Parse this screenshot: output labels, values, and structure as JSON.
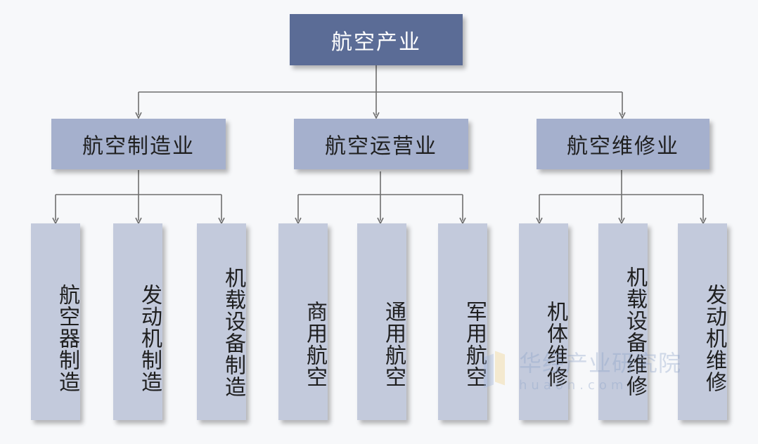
{
  "root": {
    "label": "航空产业"
  },
  "branches": [
    {
      "label": "航空制造业",
      "children": [
        "航空器制造",
        "发动机制造",
        "机载设备制造"
      ]
    },
    {
      "label": "航空运营业",
      "children": [
        "商用航空",
        "通用航空",
        "军用航空"
      ]
    },
    {
      "label": "航空维修业",
      "children": [
        "机体维修",
        "机载设备维修",
        "发动机维修"
      ]
    }
  ],
  "watermark": {
    "text": "华经产业研究院",
    "url": "huaon.com"
  },
  "colors": {
    "root": "#5b6c96",
    "branch": "#a5b0cd",
    "leaf": "#c3cadc",
    "line": "#6e6e6e"
  }
}
